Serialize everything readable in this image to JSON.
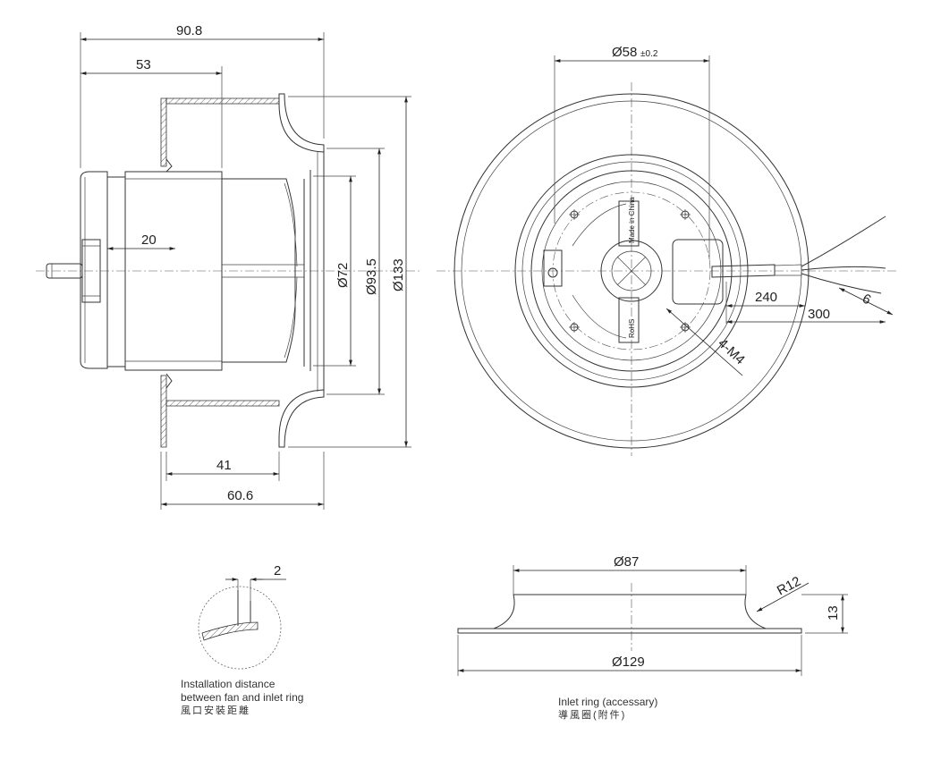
{
  "side_view": {
    "dims": {
      "overall_length": "90.8",
      "motor_length": "53",
      "shaft_offset": "20",
      "ring_to_flange": "41",
      "ring_total": "60.6"
    },
    "diameters": {
      "inner": "Ø72",
      "middle": "Ø93.5",
      "outer": "Ø133"
    }
  },
  "front_view": {
    "center_dia": "Ø58",
    "center_tol": "±0.2",
    "lead_240": "240",
    "lead_300": "300",
    "strip_6": "6",
    "screw_callout": "4-M4",
    "label_text_1": "Made in China",
    "label_text_2": "RoHS"
  },
  "detail": {
    "gap": "2",
    "caption_line1": "Installation distance",
    "caption_line2": "between fan and inlet ring",
    "caption_cn": "風口安裝距離"
  },
  "inlet_ring": {
    "dia_top": "Ø87",
    "dia_bottom": "Ø129",
    "radius": "R12",
    "height": "13",
    "caption_line1": "Inlet ring  (accessary)",
    "caption_cn": "導風圈(附件)"
  }
}
